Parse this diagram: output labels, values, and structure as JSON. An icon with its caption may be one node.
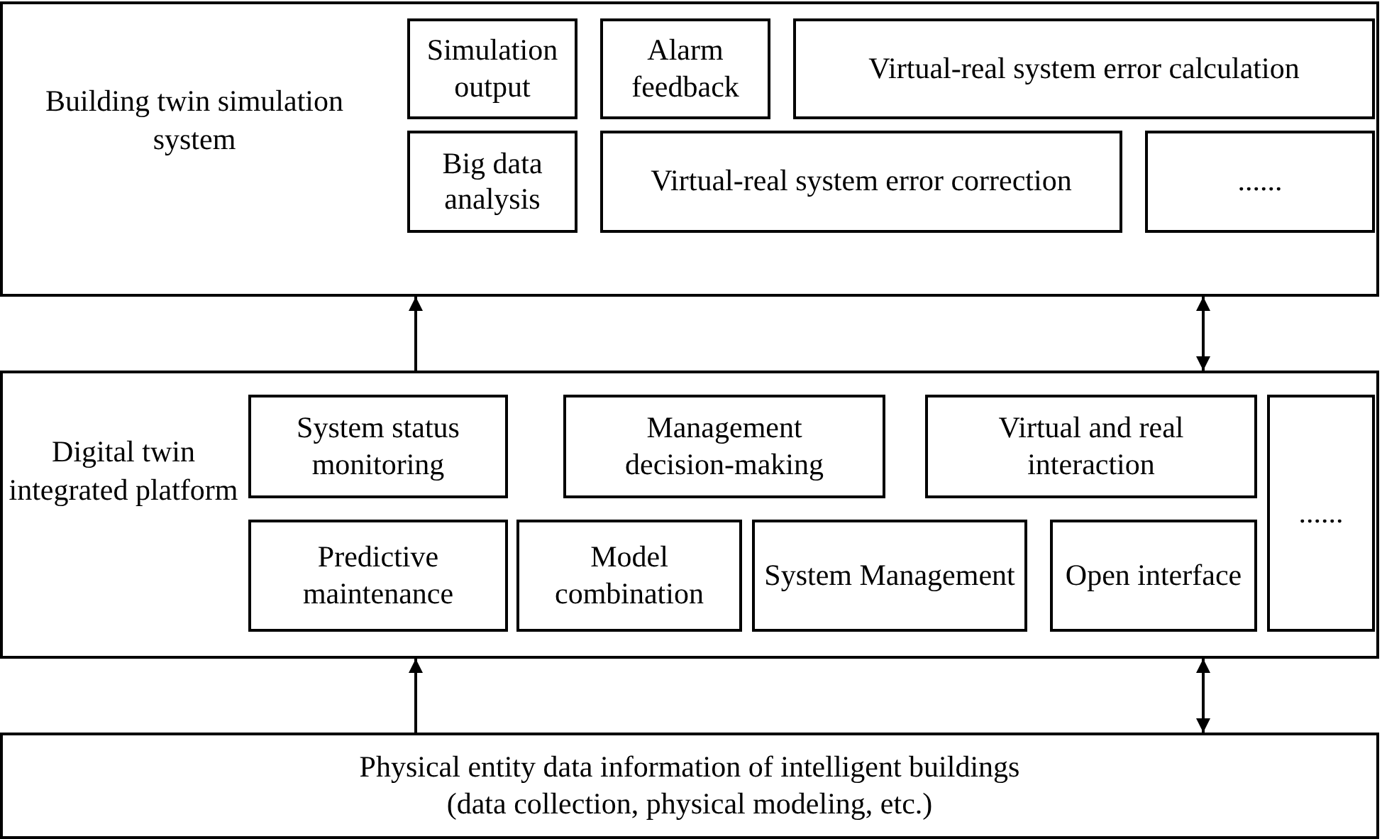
{
  "diagram": {
    "nodes": [
      {
        "text": [
          "Building twin simulation system"
        ]
      },
      {
        "text": [
          "Simulation output"
        ],
        "in": 0
      },
      {
        "text": [
          "Alarm feedback"
        ],
        "in": 0
      },
      {
        "text": [
          "Virtual-real system error calculation"
        ],
        "in": 0
      },
      {
        "text": [
          "Big data analysis"
        ],
        "in": 0
      },
      {
        "text": [
          "Virtual-real system error correction"
        ],
        "in": 0
      },
      {
        "text": [
          "......"
        ],
        "in": 0
      },
      {
        "text": [
          "Digital twin integrated platform"
        ]
      },
      {
        "text": [
          "System status monitoring"
        ],
        "in": 7
      },
      {
        "text": [
          "Management decision-making"
        ],
        "in": 7
      },
      {
        "text": [
          "Virtual and real interaction"
        ],
        "in": 7
      },
      {
        "text": [
          "......"
        ],
        "in": 7
      },
      {
        "text": [
          "Predictive maintenance"
        ],
        "in": 7
      },
      {
        "text": [
          "Model combination"
        ],
        "in": 7
      },
      {
        "text": [
          "System Management"
        ],
        "in": 7
      },
      {
        "text": [
          "Open interface"
        ],
        "in": 7
      },
      {
        "text": [
          "Physical entity data information of intelligent buildings",
          "(data collection, physical modeling, etc.)"
        ]
      }
    ],
    "edges": [
      {
        "from": 7,
        "to": 0,
        "arrow": "to"
      },
      {
        "from": 7,
        "to": 0,
        "arrow": "both"
      },
      {
        "from": 16,
        "to": 7,
        "arrow": "to"
      },
      {
        "from": 16,
        "to": 7,
        "arrow": "both"
      }
    ]
  }
}
